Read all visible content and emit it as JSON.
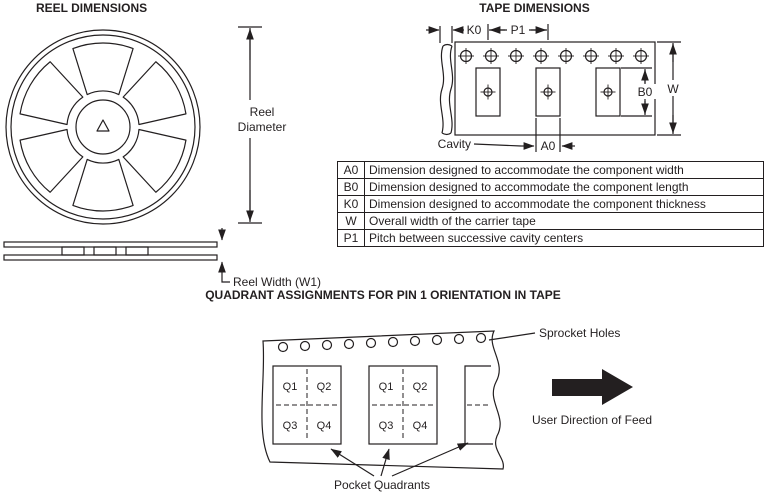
{
  "sections": {
    "reel": {
      "title": "REEL DIMENSIONS",
      "diameter_label_line1": "Reel",
      "diameter_label_line2": "Diameter",
      "width_label": "Reel Width (W1)"
    },
    "tape": {
      "title": "TAPE DIMENSIONS",
      "dim_k0": "K0",
      "dim_p1": "P1",
      "dim_b0": "B0",
      "dim_w": "W",
      "dim_a0": "A0",
      "cavity_label": "Cavity"
    },
    "legend_table": {
      "rows": [
        {
          "symbol": "A0",
          "description": "Dimension designed to accommodate the component width"
        },
        {
          "symbol": "B0",
          "description": "Dimension designed to accommodate the component length"
        },
        {
          "symbol": "K0",
          "description": "Dimension designed to accommodate the component thickness"
        },
        {
          "symbol": "W",
          "description": "Overall width of the carrier tape"
        },
        {
          "symbol": "P1",
          "description": "Pitch between successive cavity centers"
        }
      ]
    },
    "quadrant": {
      "title": "QUADRANT ASSIGNMENTS FOR PIN 1 ORIENTATION IN TAPE",
      "sprocket_holes_label": "Sprocket Holes",
      "pocket_quadrants_label": "Pocket Quadrants",
      "feed_label": "User Direction of Feed",
      "pocket1": {
        "q1": "Q1",
        "q2": "Q2",
        "q3": "Q3",
        "q4": "Q4"
      },
      "pocket2": {
        "q1": "Q1",
        "q2": "Q2",
        "q3": "Q3",
        "q4": "Q4"
      }
    }
  },
  "colors": {
    "line": "#231f20",
    "text": "#231f20",
    "background": "#ffffff"
  }
}
